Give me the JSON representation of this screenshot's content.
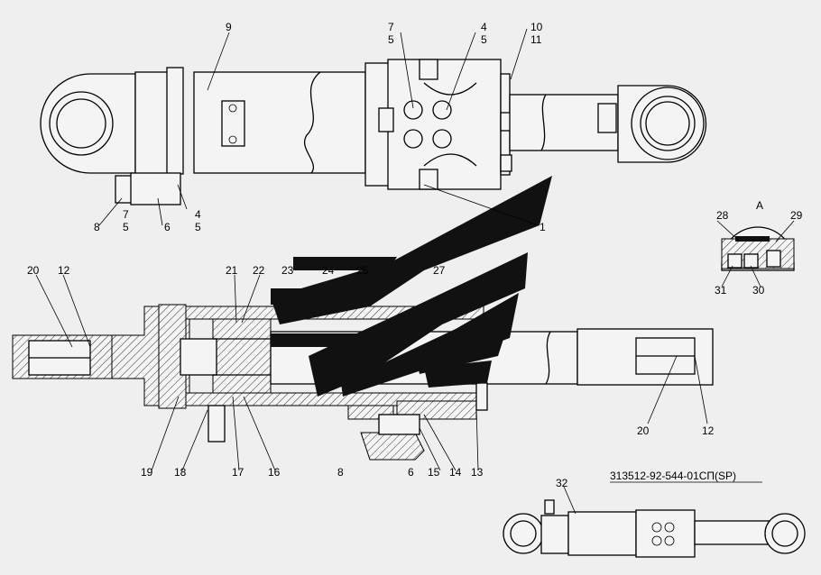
{
  "drawing": {
    "code": "313512-92-544-01СП(SP)",
    "section_label": "A"
  },
  "callouts": {
    "top": [
      "9",
      "7",
      "5",
      "4",
      "5",
      "10",
      "11",
      "8",
      "7",
      "5",
      "6",
      "4",
      "5",
      "1"
    ],
    "detail": [
      "28",
      "29",
      "31",
      "30"
    ],
    "section": [
      "20",
      "12",
      "21",
      "22",
      "23",
      "24",
      "25",
      "27",
      "19",
      "18",
      "17",
      "16",
      "8",
      "6",
      "15",
      "14",
      "13",
      "20",
      "12"
    ],
    "small": [
      "32"
    ]
  },
  "colors": {
    "line": "#000000",
    "background": "#efefef",
    "logo": "#111111"
  }
}
